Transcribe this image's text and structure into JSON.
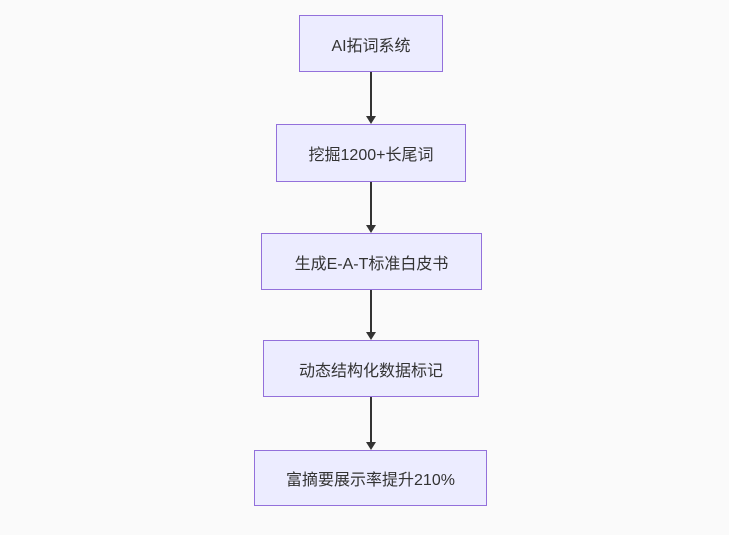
{
  "colors": {
    "background": "#fafafa",
    "node_fill": "#ECECFF",
    "node_border": "#9370DB",
    "text": "#333333",
    "arrow": "#333333"
  },
  "flowchart": {
    "direction": "top-down",
    "nodes": [
      {
        "id": "step-1",
        "label": "AI拓词系统"
      },
      {
        "id": "step-2",
        "label": "挖掘1200+长尾词"
      },
      {
        "id": "step-3",
        "label": "生成E-A-T标准白皮书"
      },
      {
        "id": "step-4",
        "label": "动态结构化数据标记"
      },
      {
        "id": "step-5",
        "label": "富摘要展示率提升210%"
      }
    ],
    "edges": [
      {
        "from": "step-1",
        "to": "step-2"
      },
      {
        "from": "step-2",
        "to": "step-3"
      },
      {
        "from": "step-3",
        "to": "step-4"
      },
      {
        "from": "step-4",
        "to": "step-5"
      }
    ]
  }
}
